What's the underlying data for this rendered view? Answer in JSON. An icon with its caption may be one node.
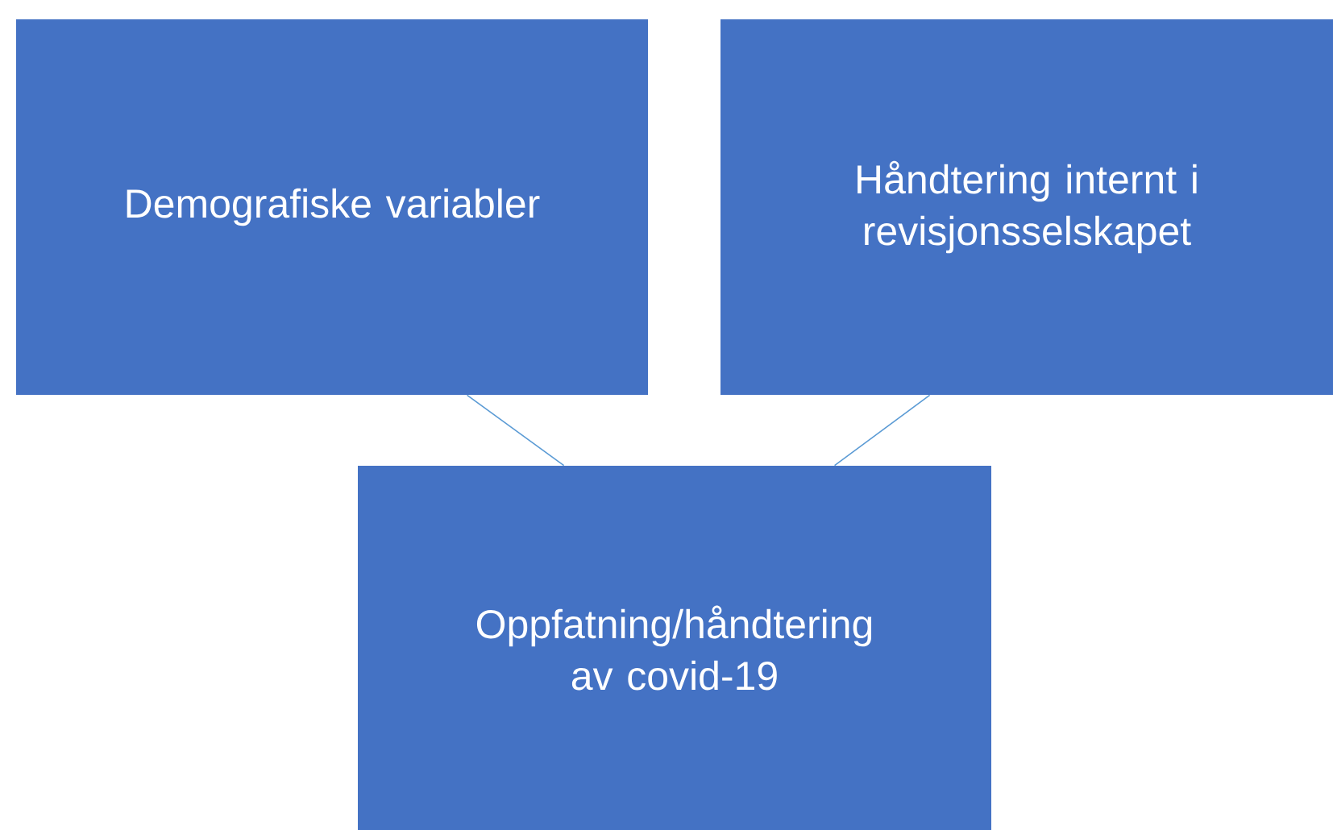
{
  "diagram": {
    "nodes": [
      {
        "text": [
          "Demografiske variabler"
        ]
      },
      {
        "text": [
          "Håndtering internt i revisjonsselskapet"
        ]
      },
      {
        "text": [
          "Oppfatning/håndtering av covid-19"
        ]
      }
    ],
    "edges": [
      {
        "from": 0,
        "to": 2,
        "arrow": "none"
      },
      {
        "from": 1,
        "to": 2,
        "arrow": "none"
      }
    ]
  }
}
